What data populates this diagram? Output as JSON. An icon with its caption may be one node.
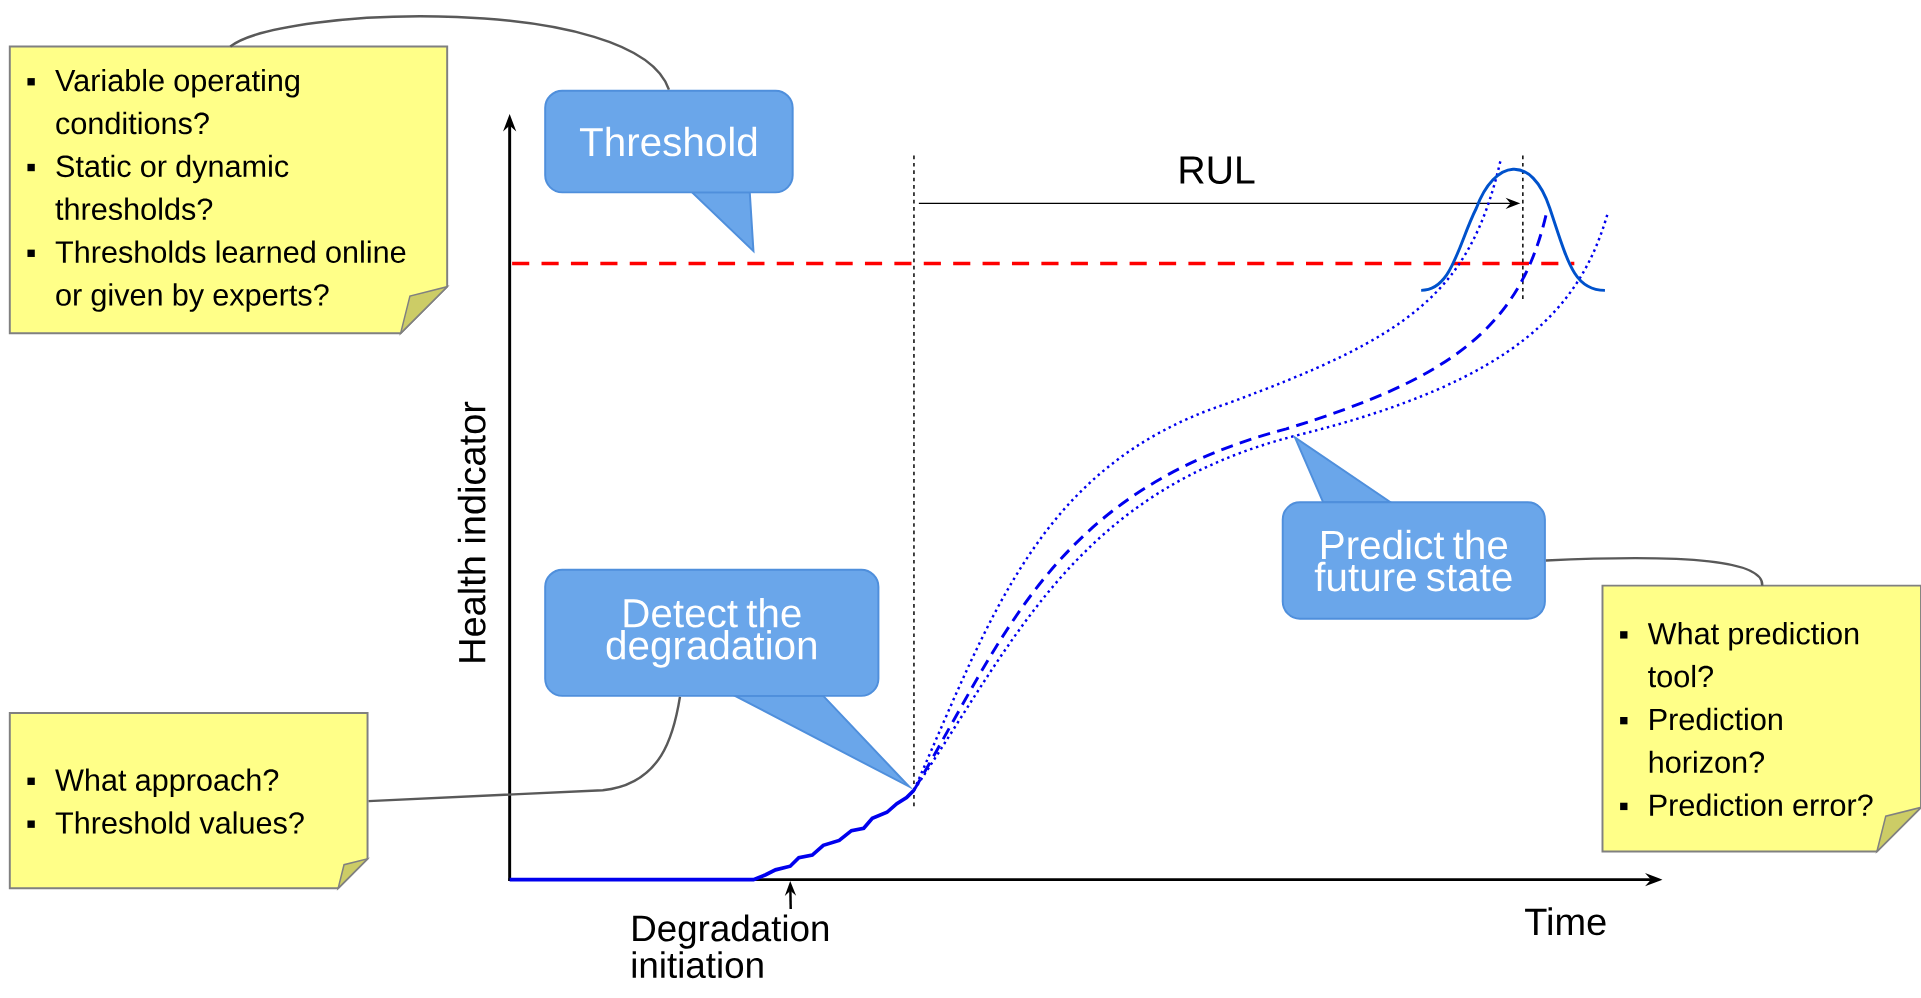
{
  "diagram": {
    "nodes": [
      {
        "text": [
          "Variable operating conditions?",
          "Static or dynamic thresholds?",
          "Thresholds learned online or given by experts?"
        ]
      },
      {
        "text": [
          "Threshold"
        ]
      },
      {
        "text": [
          "What approach?",
          "Threshold values?"
        ]
      },
      {
        "text": [
          "Detect the degradation"
        ]
      },
      {
        "text": [
          "Predict the future state"
        ]
      },
      {
        "text": [
          "What prediction tool?",
          "Prediction horizon?",
          "Prediction error?"
        ]
      },
      {
        "text": [
          "Degradation initiation"
        ]
      }
    ],
    "edges": [
      {
        "from": 0,
        "to": 1,
        "arrow": "none"
      },
      {
        "from": 2,
        "to": 3,
        "arrow": "none"
      },
      {
        "from": 4,
        "to": 5,
        "arrow": "none"
      },
      {
        "from": 6,
        "to": null,
        "arrow": "to",
        "color": "#000000"
      }
    ],
    "labels": [
      "RUL",
      "Health indicator",
      "Time"
    ]
  }
}
